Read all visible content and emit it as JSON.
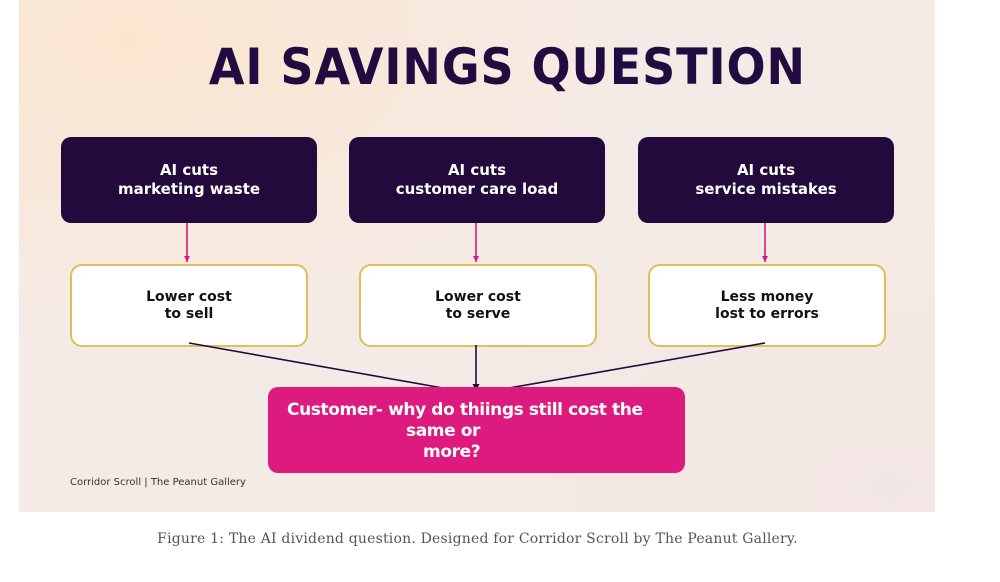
{
  "title": "AI SAVINGS QUESTION",
  "causes": [
    {
      "line1": "AI cuts",
      "line2": "marketing waste"
    },
    {
      "line1": "AI cuts",
      "line2": "customer care load"
    },
    {
      "line1": "AI cuts",
      "line2": "service mistakes"
    }
  ],
  "effects": [
    {
      "line1": "Lower cost",
      "line2": "to sell"
    },
    {
      "line1": "Lower cost",
      "line2": "to serve"
    },
    {
      "line1": "Less money",
      "line2": "lost to errors"
    }
  ],
  "question": {
    "line1": "Customer- why do thiings still cost the",
    "line2": "same or",
    "line3": "more?"
  },
  "credit": "Corridor Scroll | The Peanut Gallery",
  "caption": "Figure 1: The AI dividend question. Designed for Corridor Scroll by The Peanut Gallery.",
  "colors": {
    "background": "#f5ebe6",
    "cause_box": "#220b3c",
    "effect_border": "#e3bd55",
    "question_box": "#dd1a7e",
    "arrow_pink": "#d81b7a",
    "arrow_dark": "#220b3c"
  }
}
